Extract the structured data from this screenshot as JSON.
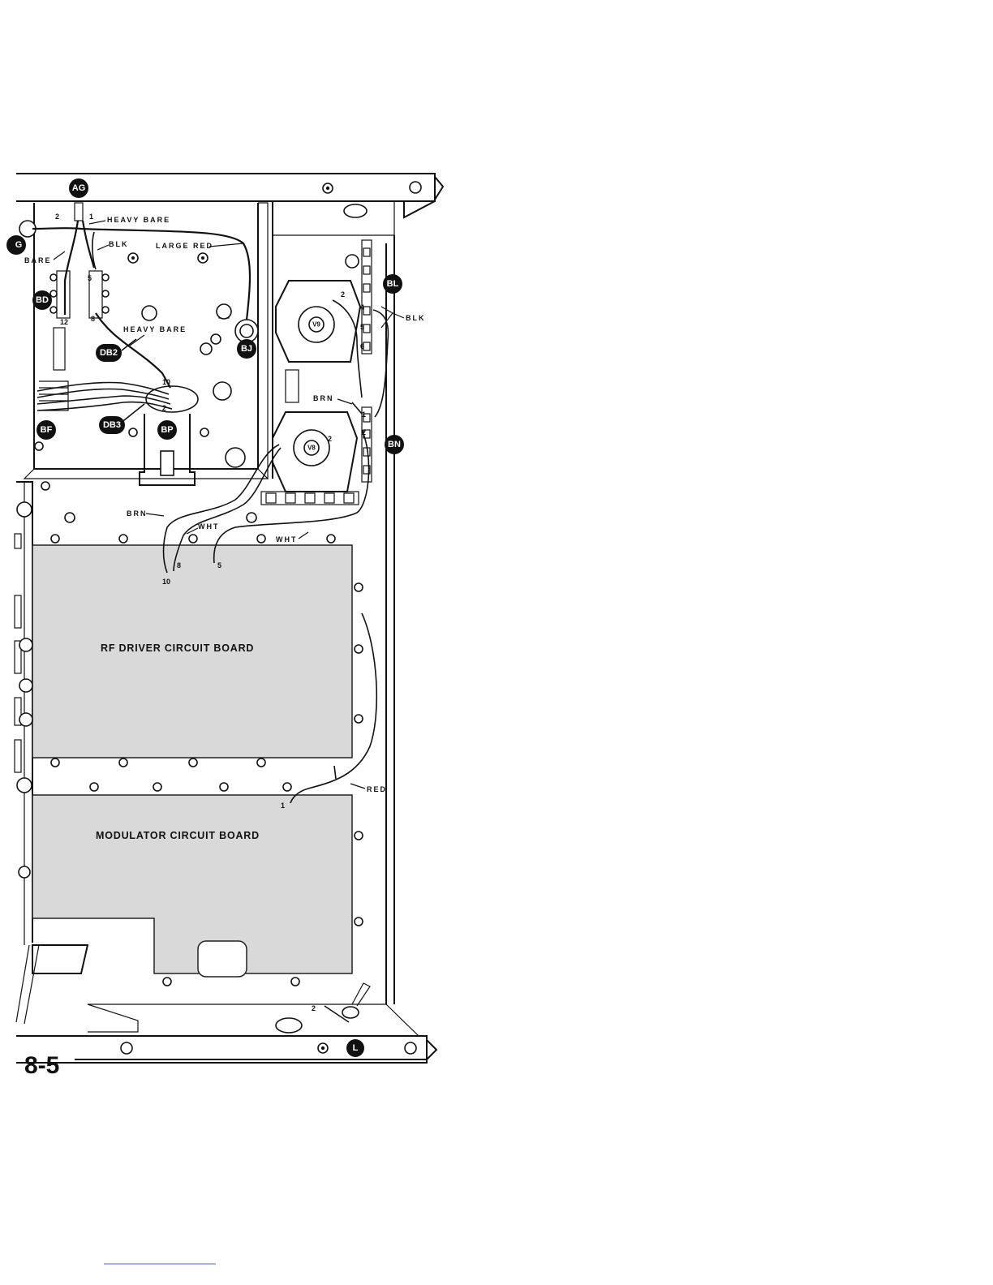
{
  "figure": {
    "number": "8-5"
  },
  "boards": {
    "rf_driver": "RF DRIVER CIRCUIT BOARD",
    "modulator": "MODULATOR CIRCUIT BOARD"
  },
  "callouts": {
    "ag": "AG",
    "g": "G",
    "bd": "BD",
    "db2": "DB2",
    "bj": "BJ",
    "bf": "BF",
    "db3": "DB3",
    "bp": "BP",
    "bl": "BL",
    "bn": "BN",
    "l": "L"
  },
  "tubes": {
    "v9": "V9",
    "v8": "V8"
  },
  "wire_labels": {
    "heavy_bare_top": "HEAVY BARE",
    "blk_left": "BLK",
    "large_red": "LARGE RED",
    "bare": "BARE",
    "heavy_bare_mid": "HEAVY BARE",
    "blk_right": "BLK",
    "brn_v8": "BRN",
    "brn_low": "BRN",
    "wht_left": "WHT",
    "wht_right": "WHT",
    "red": "RED"
  },
  "pins": {
    "ag_2": "2",
    "ag_1": "1",
    "strip_5": "5",
    "strip_12": "12",
    "strip_8": "8",
    "v9_2": "2",
    "bl_4": "4",
    "bl_5": "5",
    "bl_6": "6",
    "v8_2": "2",
    "bn_1": "1",
    "bn_2": "2",
    "sw_10": "10",
    "sw_2": "2",
    "board_10": "10",
    "board_8": "8",
    "board_5": "5",
    "mod_1": "1",
    "l_2": "2"
  }
}
